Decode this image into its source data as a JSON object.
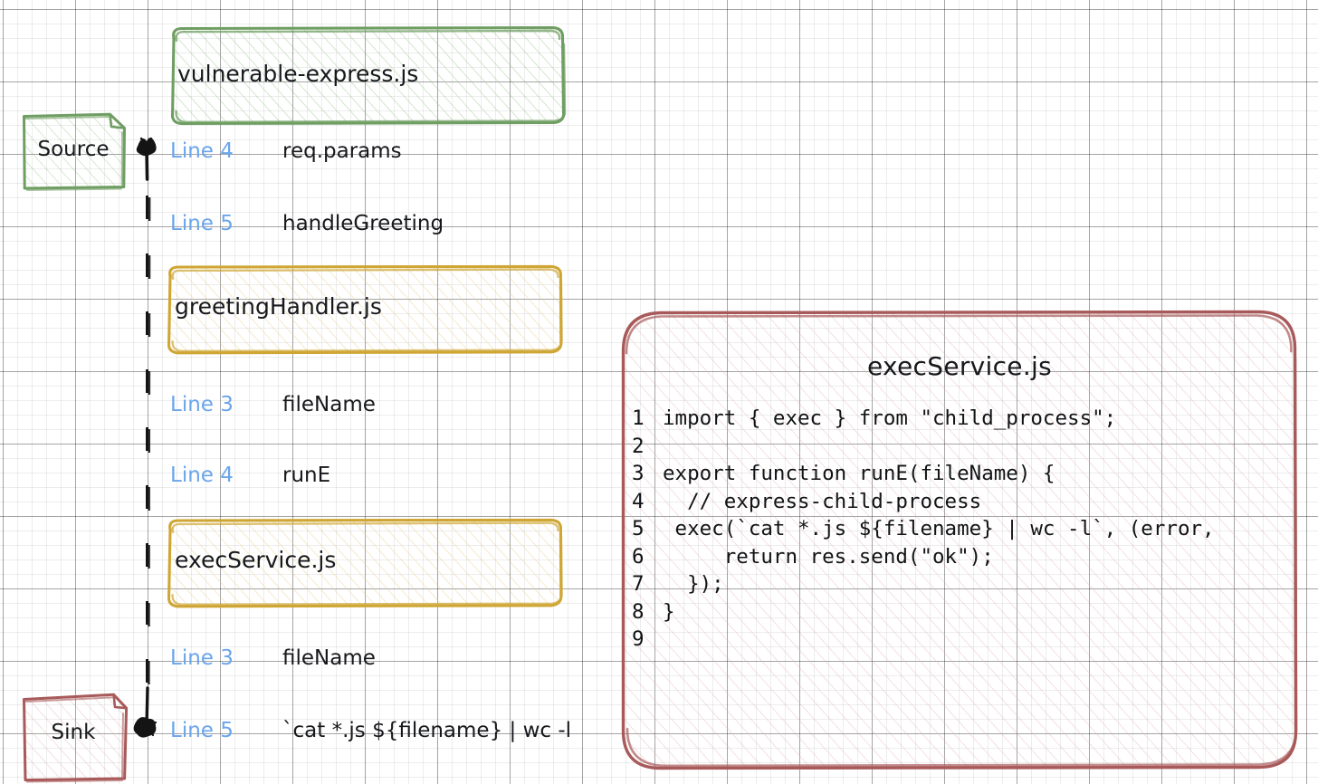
{
  "diagram": {
    "title": "taint-flow-trace",
    "colors": {
      "green": "#6f9e63",
      "green_fill": "#c3ddb8",
      "yellow": "#cfa634",
      "yellow_fill": "#f3dfa2",
      "red": "#a85a5a",
      "red_fill": "#e7b8b8",
      "blue_text": "#6ba5ea",
      "black_text": "#17181c",
      "grid": "#cccccc"
    }
  },
  "source_note": {
    "label": "Source",
    "color": "#6f9e63"
  },
  "sink_note": {
    "label": "Sink",
    "color": "#a85a5a"
  },
  "file_boxes": [
    {
      "name": "vulnerable-express.js",
      "color": "green"
    },
    {
      "name": "greetingHandler.js",
      "color": "yellow"
    },
    {
      "name": "execService.js",
      "color": "yellow"
    }
  ],
  "flow_steps": [
    {
      "line": "Line 4",
      "symbol": "req.params"
    },
    {
      "line": "Line 5",
      "symbol": "handleGreeting"
    },
    {
      "line": "Line 3",
      "symbol": "fileName"
    },
    {
      "line": "Line 4",
      "symbol": "runE"
    },
    {
      "line": "Line 3",
      "symbol": "fileName"
    },
    {
      "line": "Line 5",
      "symbol": "`cat *.js ${filename} | wc -l"
    }
  ],
  "code_panel": {
    "title": "execService.js",
    "color": "#a85a5a",
    "lines": [
      {
        "no": "1",
        "code": "import { exec } from \"child_process\";"
      },
      {
        "no": "2",
        "code": ""
      },
      {
        "no": "3",
        "code": "export function runE(fileName) {"
      },
      {
        "no": "4",
        "code": "  // express-child-process"
      },
      {
        "no": "5",
        "code": " exec(`cat *.js ${filename} | wc -l`, (error,"
      },
      {
        "no": "6",
        "code": "     return res.send(\"ok\");"
      },
      {
        "no": "7",
        "code": "  });"
      },
      {
        "no": "8",
        "code": "}"
      },
      {
        "no": "9",
        "code": ""
      }
    ]
  }
}
